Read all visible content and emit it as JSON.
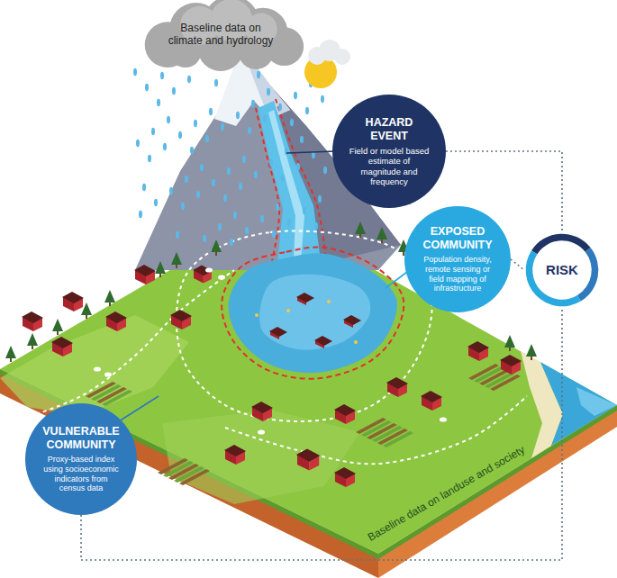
{
  "diagram": {
    "nodes": [
      {
        "text": [
          "Baseline data on climate and hydrology"
        ]
      },
      {
        "text": [
          "HAZARD EVENT",
          "Field or model based estimate of magnitude and frequency"
        ]
      },
      {
        "text": [
          "EXPOSED COMMUNITY",
          "Population density, remote sensing or field mapping of infrastructure"
        ]
      },
      {
        "text": [
          "RISK"
        ]
      },
      {
        "text": [
          "VULNERABLE COMMUNITY",
          "Proxy-based index using socioeconomic indicators from census data"
        ]
      }
    ],
    "edges": [
      {
        "from": 1,
        "to": 3,
        "arrow": "none"
      },
      {
        "from": 2,
        "to": 3,
        "arrow": "none"
      },
      {
        "from": 4,
        "to": 3,
        "arrow": "none"
      }
    ],
    "labels": [
      "Baseline data on landuse and society"
    ]
  }
}
